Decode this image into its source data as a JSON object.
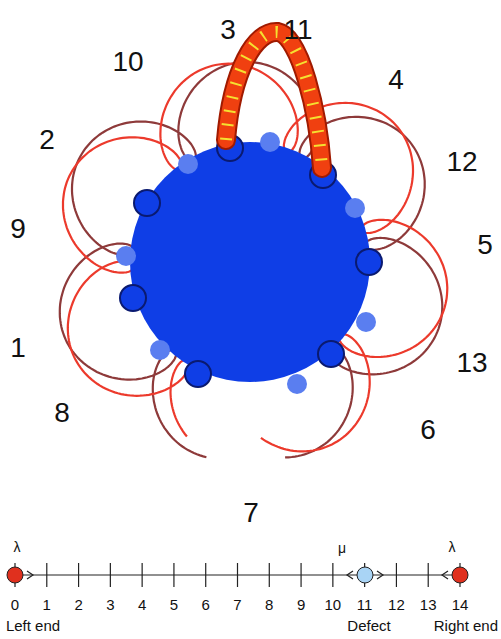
{
  "diagram": {
    "labels": [
      "3",
      "11",
      "10",
      "4",
      "2",
      "12",
      "9",
      "5",
      "1",
      "13",
      "8",
      "6",
      "7",
      "λ",
      "μ",
      "λ",
      "0",
      "1",
      "2",
      "3",
      "4",
      "5",
      "6",
      "7",
      "8",
      "9",
      "10",
      "11",
      "12",
      "13",
      "14",
      "Left end",
      "Defect",
      "Right end"
    ]
  }
}
